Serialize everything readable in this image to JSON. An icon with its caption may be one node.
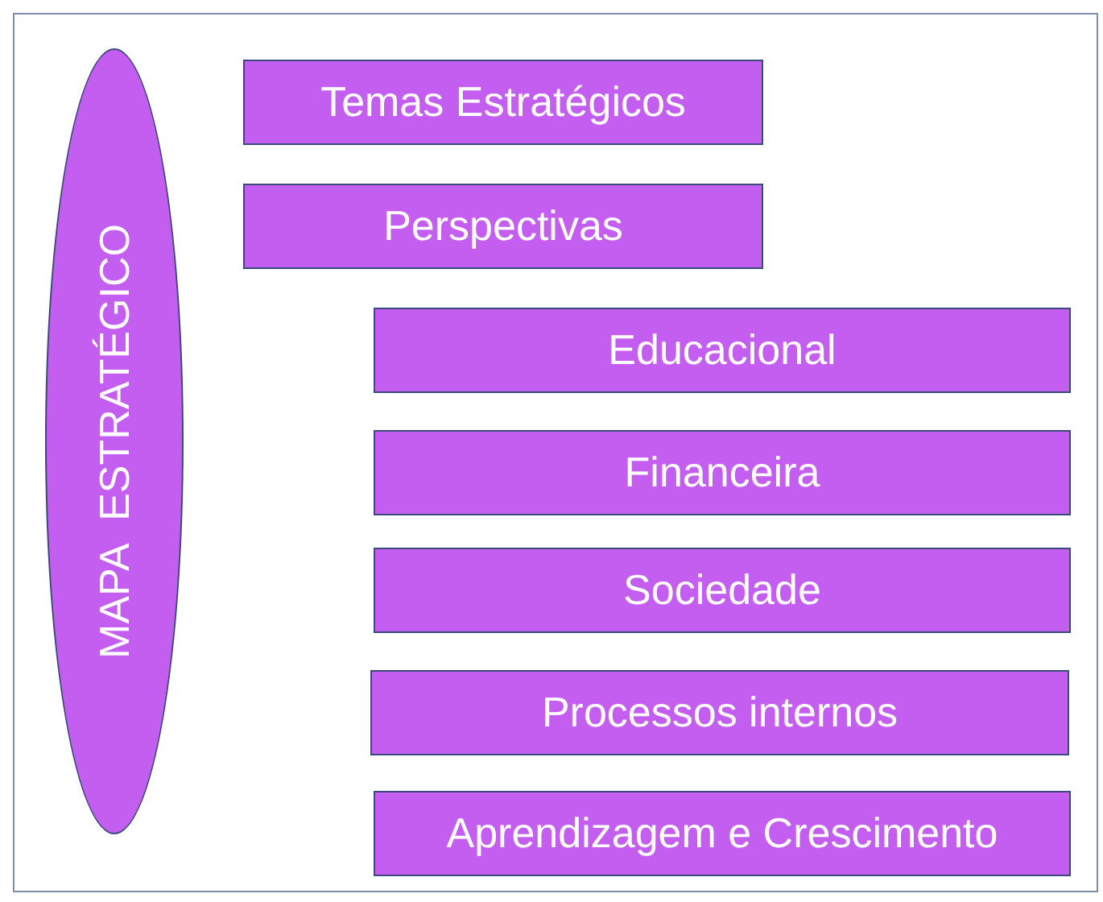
{
  "diagram": {
    "nodes": [
      {
        "text": [
          "MAPA ESTRATÉGICO"
        ]
      },
      {
        "text": [
          "Temas Estratégicos"
        ]
      },
      {
        "text": [
          "Perspectivas"
        ]
      },
      {
        "text": [
          "Educacional"
        ]
      },
      {
        "text": [
          "Financeira"
        ]
      },
      {
        "text": [
          "Sociedade"
        ]
      },
      {
        "text": [
          "Processos internos"
        ]
      },
      {
        "text": [
          "Aprendizagem e Crescimento"
        ]
      }
    ]
  }
}
